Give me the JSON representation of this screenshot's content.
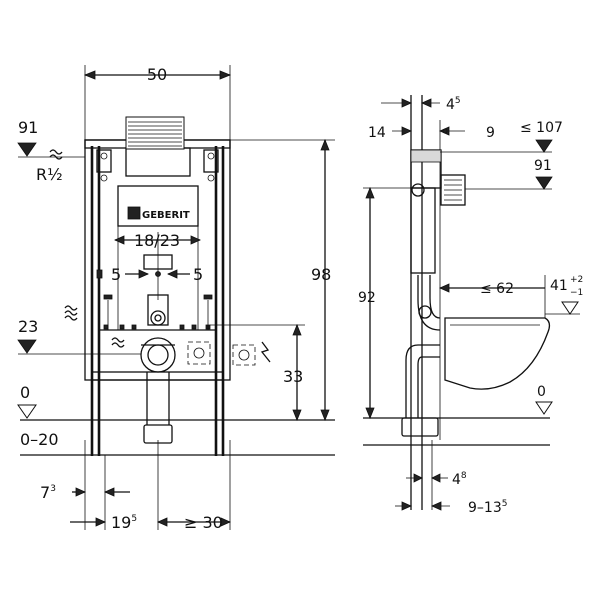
{
  "colors": {
    "line": "#111111",
    "background": "#ffffff",
    "fill_gray": "#d9d9d9"
  },
  "brand_label": "GEBERIT",
  "front_view": {
    "width": "50",
    "connection_height": "91",
    "pipe_size": "R½",
    "pipe_spacing": "18/23",
    "offset_left": "5",
    "offset_right": "5",
    "height_total": "98",
    "waste_height": "23",
    "power_height": "33",
    "floor_level": "0",
    "floor_range": "0–20",
    "leg_offset_base": "7",
    "leg_offset_sup": "3",
    "waste_offset_base": "19",
    "waste_offset_sup": "5",
    "min_spacing": "≥ 30"
  },
  "side_view": {
    "top_offset_base": "4",
    "top_offset_sup": "5",
    "depth_left": "14",
    "depth_right": "9",
    "max_height": "≤ 107",
    "connection_height": "91",
    "bowl_height": "92",
    "max_projection": "≤ 62",
    "seat_height_base": "41",
    "seat_height_tol_plus": "+2",
    "seat_height_tol_minus": "−1",
    "floor_level": "0",
    "foot_offset_base": "4",
    "foot_offset_sup": "8",
    "depth_range_base": "9–13",
    "depth_range_sup": "5"
  }
}
